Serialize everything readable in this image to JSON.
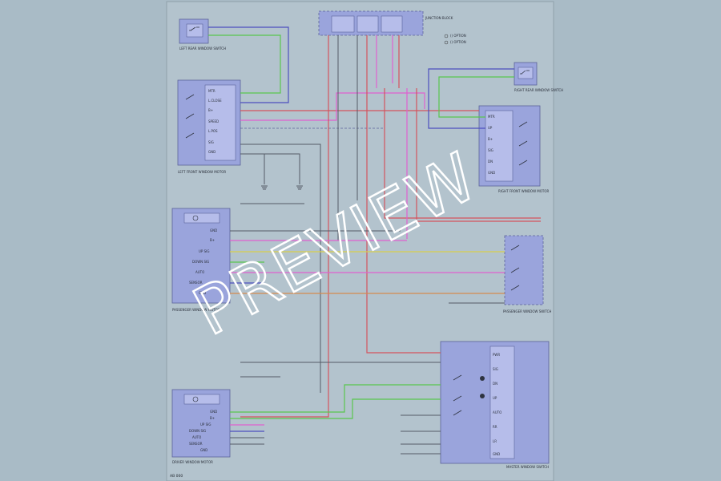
{
  "watermark": "PREVIEW",
  "page_label": "AB 000",
  "colors": {
    "background": "#a9bbc6",
    "sheet": "#b3c3cd",
    "component_fill": "#9aa4dc",
    "wire_red": "#d4535e",
    "wire_pink": "#e060d0",
    "wire_green": "#59c64e",
    "wire_yellow": "#d7cf4d",
    "wire_blue": "#4d4fbf",
    "wire_dark": "#555b66"
  },
  "legend": {
    "item1": "() OPTION",
    "item2": "() OPTION"
  },
  "components": {
    "junction_top": {
      "label": "JUNCTION BLOCK"
    },
    "lr_switch": {
      "label": "LEFT REAR WINDOW SWITCH"
    },
    "rr_switch": {
      "label": "RIGHT REAR WINDOW SWITCH"
    },
    "lf_motor": {
      "label": "LEFT FRONT WINDOW MOTOR"
    },
    "rf_motor": {
      "label": "RIGHT FRONT WINDOW MOTOR"
    },
    "passenger_motor": {
      "label": "PASSENGER WINDOW MOTOR"
    },
    "passenger_switch": {
      "label": "PASSENGER WINDOW SWITCH"
    },
    "driver_motor": {
      "label": "DRIVER WINDOW MOTOR"
    },
    "master_switch": {
      "label": "MASTER WINDOW SWITCH"
    }
  },
  "pins": {
    "lf_motor": [
      "MTR",
      "L.CLOSE",
      "B+",
      "SPEED",
      "L.POS",
      "SIG",
      "GND"
    ],
    "passenger_motor": [
      "GND",
      "B+",
      "UP SIG",
      "DOWN SIG",
      "AUTO",
      "SENSOR",
      "GND"
    ],
    "driver_motor": [
      "GND",
      "B+",
      "UP SIG",
      "DOWN SIG",
      "AUTO",
      "SENSOR",
      "GND"
    ],
    "rf_motor": [
      "MTR",
      "UP",
      "B+",
      "SIG",
      "DN",
      "GND"
    ],
    "master_switch": [
      "PWR",
      "SIG",
      "DN",
      "UP",
      "AUTO",
      "RR",
      "LR",
      "GND"
    ]
  }
}
